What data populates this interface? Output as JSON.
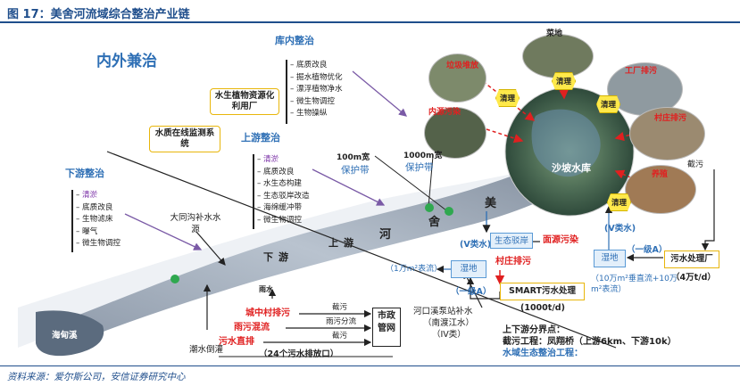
{
  "header": {
    "title": "图 17：美舍河流域综合整治产业链"
  },
  "footer": {
    "source": "资料来源：爱尔斯公司，安信证券研究中心"
  },
  "main_title": "内外兼治",
  "reservoir": {
    "name": "沙坡水库",
    "section_title": "库内整治",
    "measures": [
      "底质改良",
      "掘水植物优化",
      "漂浮植物净水",
      "微生物调控",
      "生物操纵"
    ],
    "photos": [
      {
        "label": "菜地",
        "tag": "清理"
      },
      {
        "label": "垃圾堆放",
        "tag": "清理"
      },
      {
        "label": "内源污染",
        "tag": ""
      },
      {
        "label": "工厂排污",
        "tag": "清理"
      },
      {
        "label": "村庄排污",
        "tag": "截污"
      },
      {
        "label": "养殖",
        "tag": "清理"
      }
    ],
    "label_1000m": "1000m宽",
    "protect_belt": "保护带"
  },
  "boxes": {
    "plant_factory": "水生植物资源化利用厂",
    "monitor": "水质在线监测系统"
  },
  "upstream": {
    "title": "上游整治",
    "measures": [
      "清淤",
      "底质改良",
      "水生态构建",
      "生态驳岸改造",
      "海绵缓冲带",
      "微生物调控"
    ],
    "label_100m": "100m宽",
    "protect_belt": "保护带"
  },
  "downstream": {
    "title": "下游整治",
    "measures": [
      "清淤",
      "底质改良",
      "生物滤床",
      "曝气",
      "微生物调控"
    ],
    "dadong": "大同沟补水水源"
  },
  "river": {
    "chars": [
      "美",
      "舍",
      "河"
    ],
    "upper": "上游",
    "lower": "下游",
    "haidian": "海甸溪",
    "tide": "潮水倒灌",
    "rain": "雨水"
  },
  "right_side": {
    "eco_bank": "生态驳岸",
    "nonpoint": "面源污染",
    "v_water_1": "(V类水)",
    "wetland_1": "湿地",
    "village_sewage": "村庄排污",
    "area_1": "（1万m²表流）",
    "grade_a_1": "（一级A）",
    "smart": "SMART污水处理",
    "smart_cap": "(1000t/d)",
    "v_water_2": "(V类水)",
    "grade_a_2": "（一级A）",
    "wetland_2": "湿地",
    "plant": "污水处理厂",
    "wetland_area": "（10万m²垂直流+10万m²表流）",
    "plant_cap": "（4万t/d）",
    "intercept": "截污"
  },
  "bottom": {
    "urban_village": "城中村排污",
    "rain_mix": "雨污混流",
    "direct": "污水直排",
    "intercept": "截污",
    "separate": "雨污分流",
    "intercept2": "截污",
    "municipal": "市政管网",
    "outlets": "（24个污水排放口）",
    "pump": "河口溪泵站补水",
    "nandu": "（南渡江水）",
    "iv": "（IV类）",
    "boundary_title": "上下游分界点：",
    "boundary_1": "截污工程：凤翔桥（上游6km、下游10k）",
    "boundary_2": "水域生态整治工程："
  }
}
